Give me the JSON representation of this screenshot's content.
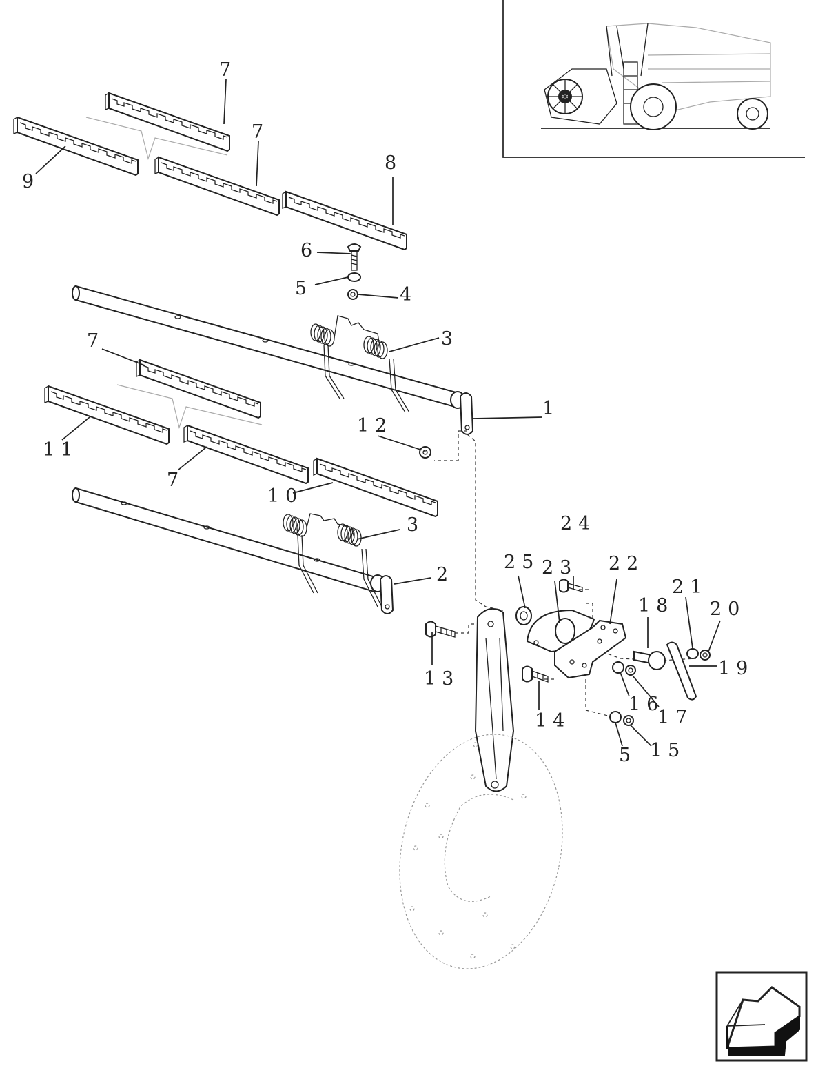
{
  "callouts": {
    "c1": "1",
    "c2": "2",
    "c3a": "3",
    "c3b": "3",
    "c4": "4",
    "c5a": "5",
    "c5b": "5",
    "c6": "6",
    "c7a": "7",
    "c7b": "7",
    "c7c": "7",
    "c7d": "7",
    "c8": "8",
    "c9": "9",
    "c10": "10",
    "c11": "11",
    "c12": "12",
    "c13": "13",
    "c14": "14",
    "c15": "15",
    "c16": "16",
    "c17": "17",
    "c18": "18",
    "c19": "19",
    "c20": "20",
    "c21": "21",
    "c22": "22",
    "c23": "23",
    "c24": "24",
    "c25": "25"
  },
  "icons": {
    "inset": "combine-harvester-icon",
    "nav": "back-arrow-icon"
  }
}
